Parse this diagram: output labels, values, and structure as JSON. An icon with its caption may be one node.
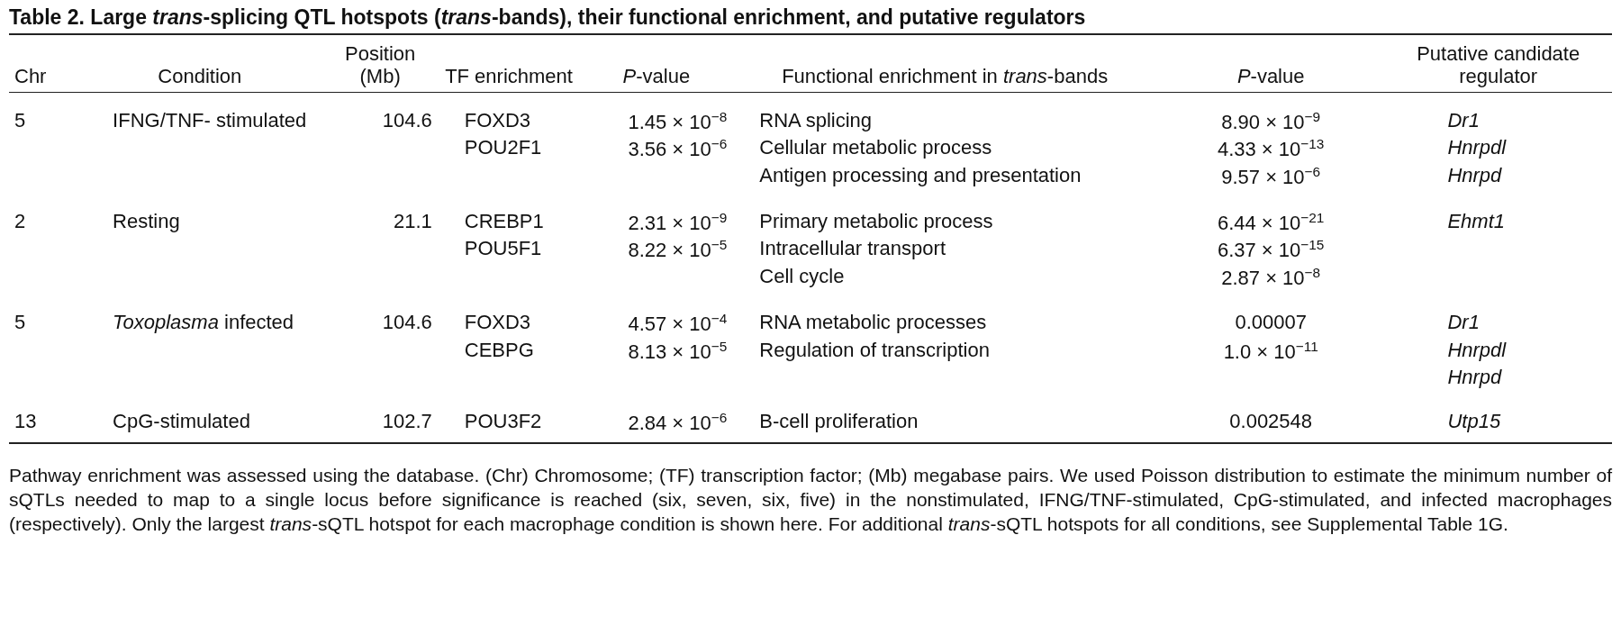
{
  "diagram": {
    "title": "Table 2.   Large *trans*-splicing QTL hotspots (*trans*-bands), their functional enrichment, and putative regulators",
    "caption": "Pathway enrichment was assessed using the database. (Chr) Chromosome; (TF) transcription factor; (Mb) megabase pairs. We used Poisson distribution to estimate the minimum number of sQTLs needed to map to a single locus before significance is reached (six, seven, six, five) in the nonstimulated, IFNG/TNF-stimulated, CpG-stimulated, and infected macrophages (respectively). Only the largest *trans*-sQTL hotspot for each macrophage condition is shown here. For additional *trans*-sQTL hotspots for all conditions, see Supplemental Table 1G.",
    "labels": [
      "Chr",
      "Condition",
      "Position (Mb)",
      "TF enrichment",
      "*P*-value",
      "Functional enrichment in *trans*-bands",
      "*P*-value",
      "Putative candidate regulator",
      "5",
      "IFNG/TNF- stimulated",
      "104.6",
      "FOXD3",
      "1.45 × 10$^{−8}$",
      "RNA splicing",
      "8.90 × 10$^{−9}$",
      "Dr1",
      "POU2F1",
      "3.56 × 10$^{−6}$",
      "Cellular metabolic process",
      "4.33 × 10$^{−13}$",
      "Hnrpdl",
      "Antigen processing and presentation",
      "9.57 × 10$^{−6}$",
      "Hnrpd",
      "2",
      "Resting",
      "21.1",
      "CREBP1",
      "2.31 × 10$^{−9}$",
      "Primary metabolic process",
      "6.44 × 10$^{−21}$",
      "Ehmt1",
      "POU5F1",
      "8.22 × 10$^{−5}$",
      "Intracellular transport",
      "6.37 × 10$^{−15}$",
      "Cell cycle",
      "2.87 × 10$^{−8}$",
      "5",
      "*Toxoplasma* infected",
      "104.6",
      "FOXD3",
      "4.57 × 10$^{−4}$",
      "RNA metabolic processes",
      "0.00007",
      "Dr1",
      "CEBPG",
      "8.13 × 10$^{−5}$",
      "Regulation of transcription",
      "1.0 × 10$^{−11}$",
      "Hnrpdl",
      "Hnrpd",
      "13",
      "CpG-stimulated",
      "102.7",
      "POU3F2",
      "2.84 × 10$^{−6}$",
      "B-cell proliferation",
      "0.002548",
      "Utp15"
    ]
  }
}
